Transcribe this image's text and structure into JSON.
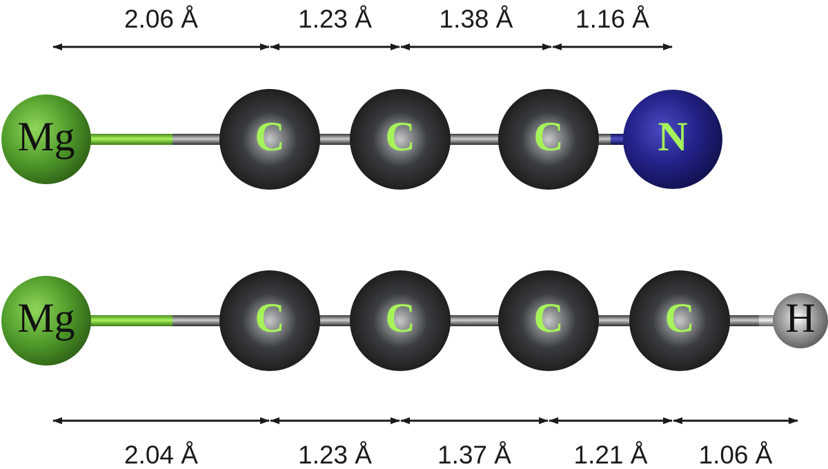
{
  "molecules": [
    {
      "atoms": [
        {
          "symbol": "Mg",
          "element": "magnesium"
        },
        {
          "symbol": "C",
          "element": "carbon"
        },
        {
          "symbol": "C",
          "element": "carbon"
        },
        {
          "symbol": "C",
          "element": "carbon"
        },
        {
          "symbol": "N",
          "element": "nitrogen"
        }
      ],
      "bond_lengths": [
        "2.06 Å",
        "1.23 Å",
        "1.38 Å",
        "1.16 Å"
      ]
    },
    {
      "atoms": [
        {
          "symbol": "Mg",
          "element": "magnesium"
        },
        {
          "symbol": "C",
          "element": "carbon"
        },
        {
          "symbol": "C",
          "element": "carbon"
        },
        {
          "symbol": "C",
          "element": "carbon"
        },
        {
          "symbol": "C",
          "element": "carbon"
        },
        {
          "symbol": "H",
          "element": "hydrogen"
        }
      ],
      "bond_lengths": [
        "2.04 Å",
        "1.23 Å",
        "1.37 Å",
        "1.21 Å",
        "1.06 Å"
      ]
    }
  ],
  "colors": {
    "magnesium": "#4f9a2a",
    "carbon": "#2a2d2e",
    "nitrogen": "#1f1f7a",
    "hydrogen": "#8a8c8c",
    "mg_bond": "#7cc23a",
    "c_bond": "#6b6e70",
    "n_bond": "#2a2a8c",
    "carbon_label": "#a6f25a",
    "mg_label": "#111111",
    "h_label": "#111111",
    "arrow": "#1a1a1a"
  }
}
